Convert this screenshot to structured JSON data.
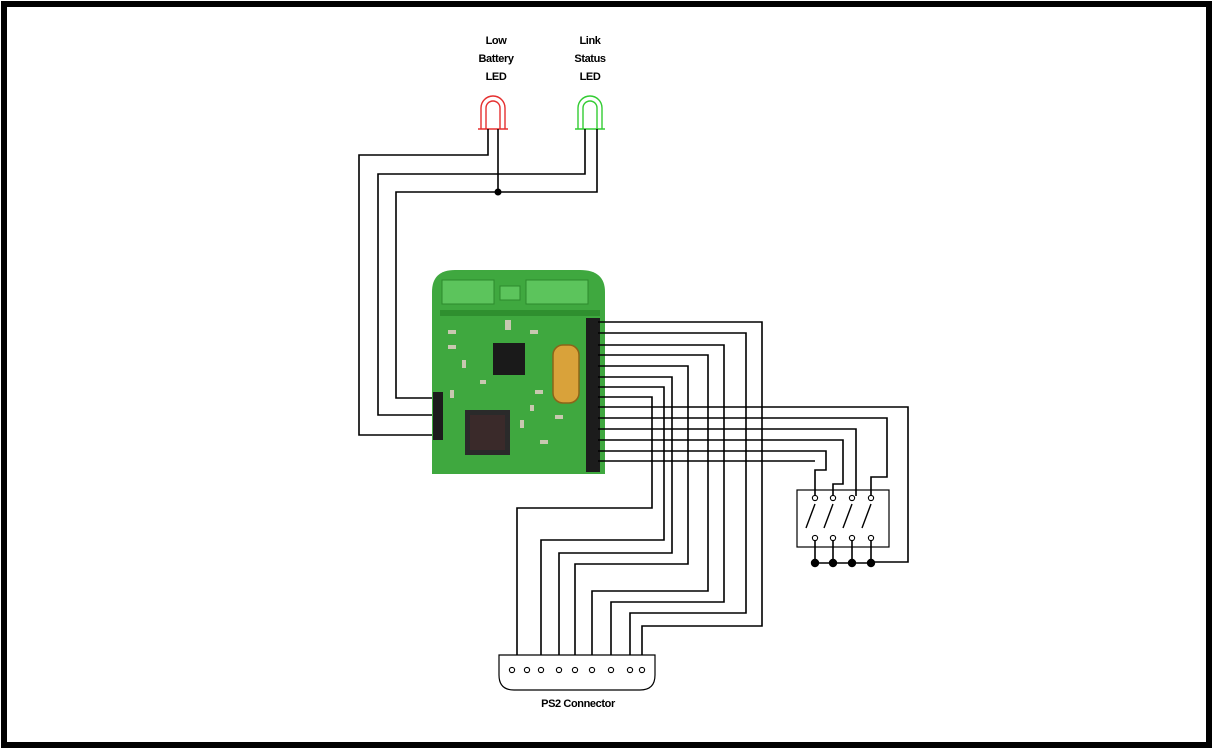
{
  "labels": {
    "low_battery": [
      "Low",
      "Battery",
      "LED"
    ],
    "link_status": [
      "Link",
      "Status",
      "LED"
    ],
    "ps2_connector": "PS2 Connector"
  },
  "colors": {
    "low_battery_led": "#e53030",
    "link_status_led": "#33cc33",
    "pcb_green": "#3fa83f",
    "crystal": "#d9a23a",
    "wire": "#000000",
    "border": "#000000"
  },
  "icons": {
    "module": "radio-module-pcb-icon",
    "dip_switch": "dip-switch-icon",
    "connector": "ps2-connector-icon"
  }
}
